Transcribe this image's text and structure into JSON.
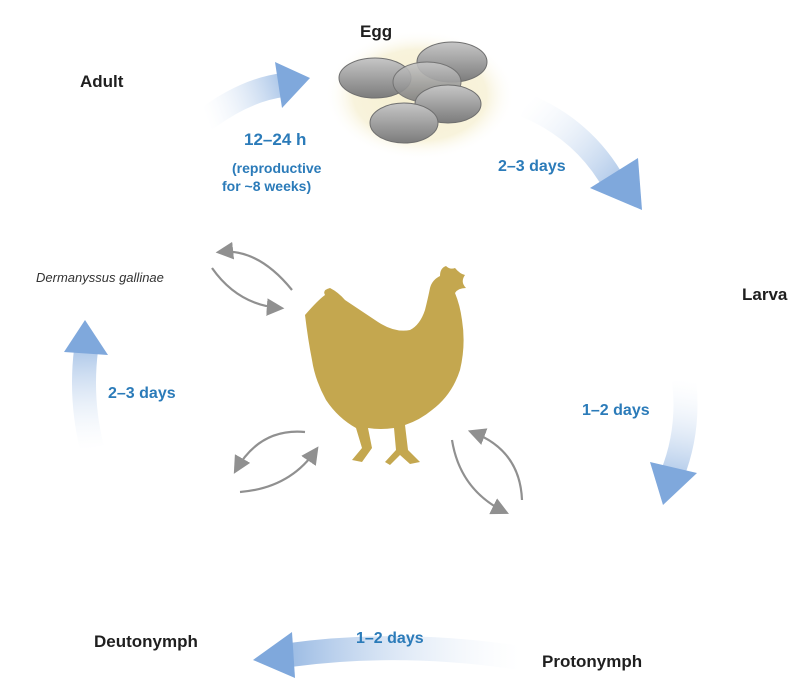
{
  "stages": {
    "egg": "Egg",
    "larva": "Larva",
    "protonymph": "Protonymph",
    "deutonymph": "Deutonymph",
    "adult": "Adult"
  },
  "species": "Dermanyssus gallinae",
  "durations": {
    "adult_to_egg": "12–24 h",
    "adult_to_egg_note_1": "(reproductive",
    "adult_to_egg_note_2": "for ~8 weeks)",
    "egg_to_larva": "2–3 days",
    "larva_to_protonymph": "1–2 days",
    "protonymph_to_deutonymph": "1–2 days",
    "deutonymph_to_adult": "2–3 days"
  },
  "colors": {
    "duration_text": "#2b7bb9",
    "cycle_arrow": "#7fa8dc",
    "mite_body": "#a8332f",
    "mite_leg": "#f0d2cd",
    "hen": "#c4a74f",
    "egg_shell": "#9e9e9e",
    "egg_glow": "#f4ecc9",
    "exchange_arrow": "#909090"
  }
}
